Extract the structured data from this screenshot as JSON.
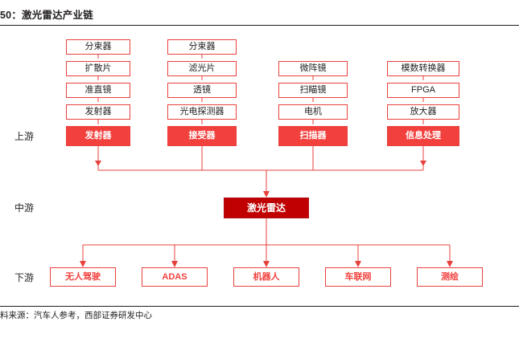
{
  "header": {
    "title": "50：激光雷达产业链"
  },
  "footer": {
    "source": "料来源：汽车人参考，西部证券研发中心"
  },
  "tiers": [
    {
      "label": "上游"
    },
    {
      "label": "中游"
    },
    {
      "label": "下游"
    }
  ],
  "upstream_columns": [
    {
      "items": [
        "分束器",
        "扩散片",
        "准直镜",
        "发射器"
      ],
      "summary": "发射器"
    },
    {
      "items": [
        "分束器",
        "滤光片",
        "透镜",
        "光电探测器"
      ],
      "summary": "接受器"
    },
    {
      "items": [
        "微阵镜",
        "扫瞄镜",
        "电机"
      ],
      "summary": "扫描器"
    },
    {
      "items": [
        "模数转换器",
        "FPGA",
        "放大器"
      ],
      "summary": "信息处理"
    }
  ],
  "midstream": {
    "label": "激光雷达"
  },
  "downstream": [
    {
      "label": "无人驾驶"
    },
    {
      "label": "ADAS"
    },
    {
      "label": "机器人"
    },
    {
      "label": "车联网"
    },
    {
      "label": "测绘"
    }
  ],
  "colors": {
    "accent": "#f2403d",
    "accent_dark": "#c00000",
    "text": "#231f20"
  }
}
